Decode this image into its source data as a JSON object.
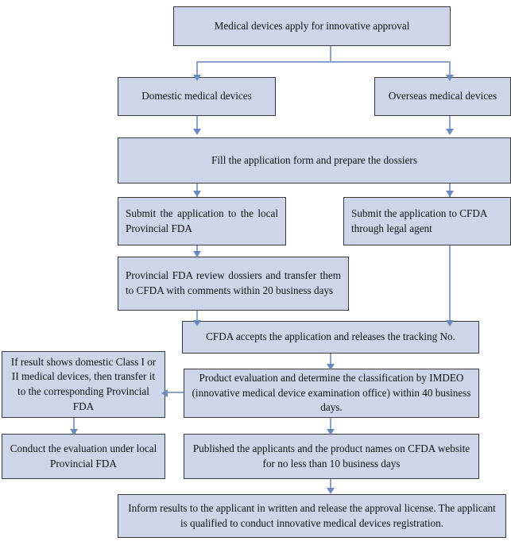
{
  "diagram": {
    "title": "Medical device innovative approval process flowchart",
    "colors": {
      "node_fill": "#ccd6e8",
      "node_border": "#3a3a3a",
      "connector": "#8ba4ca",
      "arrow_head": "#6b8bbd",
      "background": "#ffffff",
      "text": "#101010"
    },
    "nodes": [
      {
        "id": "apply",
        "label": "Medical devices apply for innovative approval"
      },
      {
        "id": "domestic",
        "label": "Domestic medical devices"
      },
      {
        "id": "overseas",
        "label": "Overseas medical devices"
      },
      {
        "id": "fill-form",
        "label": "Fill the application form and prepare the dossiers"
      },
      {
        "id": "submit-local",
        "label": "Submit the application to the local Provincial FDA"
      },
      {
        "id": "submit-cfda",
        "label": "Submit the application to CFDA through legal agent"
      },
      {
        "id": "provincial-review",
        "label": "Provincial FDA review dossiers and transfer them to CFDA with comments within 20 business days"
      },
      {
        "id": "cfda-accepts",
        "label": "CFDA accepts the application and releases the tracking No."
      },
      {
        "id": "class-i-ii",
        "label": "If result shows domestic Class I or II medical devices, then transfer it to the corresponding Provincial FDA"
      },
      {
        "id": "product-eval",
        "label": "Product evaluation and determine the classification by IMDEO (innovative medical  device examination office) within 40 business days."
      },
      {
        "id": "conduct-eval",
        "label": "Conduct the evaluation under local Provincial FDA"
      },
      {
        "id": "published",
        "label": "Published the applicants and the product names on CFDA website for no less than 10 business days"
      },
      {
        "id": "inform-results",
        "label": "Inform results to the applicant in written and release the approval license. The applicant is qualified to conduct innovative medical devices registration."
      }
    ],
    "edges": [
      {
        "from": "apply",
        "to": "domestic",
        "type": "fork-down"
      },
      {
        "from": "apply",
        "to": "overseas",
        "type": "fork-down"
      },
      {
        "from": "domestic",
        "to": "fill-form",
        "type": "down"
      },
      {
        "from": "overseas",
        "to": "fill-form",
        "type": "down"
      },
      {
        "from": "fill-form",
        "to": "submit-local",
        "type": "down"
      },
      {
        "from": "fill-form",
        "to": "submit-cfda",
        "type": "down"
      },
      {
        "from": "submit-local",
        "to": "provincial-review",
        "type": "down"
      },
      {
        "from": "provincial-review",
        "to": "cfda-accepts",
        "type": "down"
      },
      {
        "from": "submit-cfda",
        "to": "cfda-accepts",
        "type": "down"
      },
      {
        "from": "cfda-accepts",
        "to": "product-eval",
        "type": "down"
      },
      {
        "from": "product-eval",
        "to": "class-i-ii",
        "type": "left"
      },
      {
        "from": "class-i-ii",
        "to": "conduct-eval",
        "type": "down"
      },
      {
        "from": "product-eval",
        "to": "published",
        "type": "down"
      },
      {
        "from": "published",
        "to": "inform-results",
        "type": "down"
      }
    ]
  }
}
